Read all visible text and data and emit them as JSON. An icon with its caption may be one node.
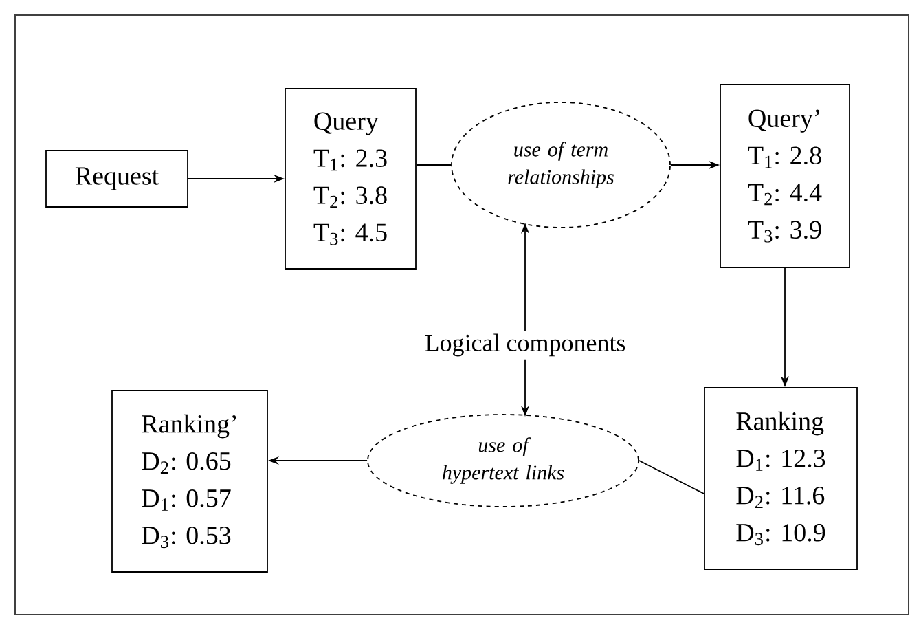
{
  "diagram": {
    "nodes": [
      {
        "text": [
          "Request"
        ]
      },
      {
        "text": [
          "Query",
          "T$_{1}$: 2.3",
          "T$_{2}$: 3.8",
          "T$_{3}$: 4.5"
        ]
      },
      {
        "text": [
          "use of term relationships"
        ]
      },
      {
        "text": [
          "Query’",
          "T$_{1}$: 2.8",
          "T$_{2}$: 4.4",
          "T$_{3}$: 3.9"
        ]
      },
      {
        "text": [
          "Logical components"
        ]
      },
      {
        "text": [
          "Ranking",
          "D$_{1}$: 12.3",
          "D$_{2}$: 11.6",
          "D$_{3}$: 10.9"
        ]
      },
      {
        "text": [
          "use of hypertext links"
        ]
      },
      {
        "text": [
          "Ranking’",
          "D$_{2}$: 0.65",
          "D$_{1}$: 0.57",
          "D$_{3}$: 0.53"
        ]
      }
    ],
    "edges": [
      {
        "from": 0,
        "to": 1,
        "arrow": "to"
      },
      {
        "from": 1,
        "to": 2,
        "arrow": "none"
      },
      {
        "from": 2,
        "to": 3,
        "arrow": "to"
      },
      {
        "from": 3,
        "to": 5,
        "arrow": "to"
      },
      {
        "from": 4,
        "to": 2,
        "arrow": "to"
      },
      {
        "from": 4,
        "to": 6,
        "arrow": "to"
      },
      {
        "from": 5,
        "to": 6,
        "arrow": "none"
      },
      {
        "from": 6,
        "to": 7,
        "arrow": "to"
      }
    ]
  }
}
